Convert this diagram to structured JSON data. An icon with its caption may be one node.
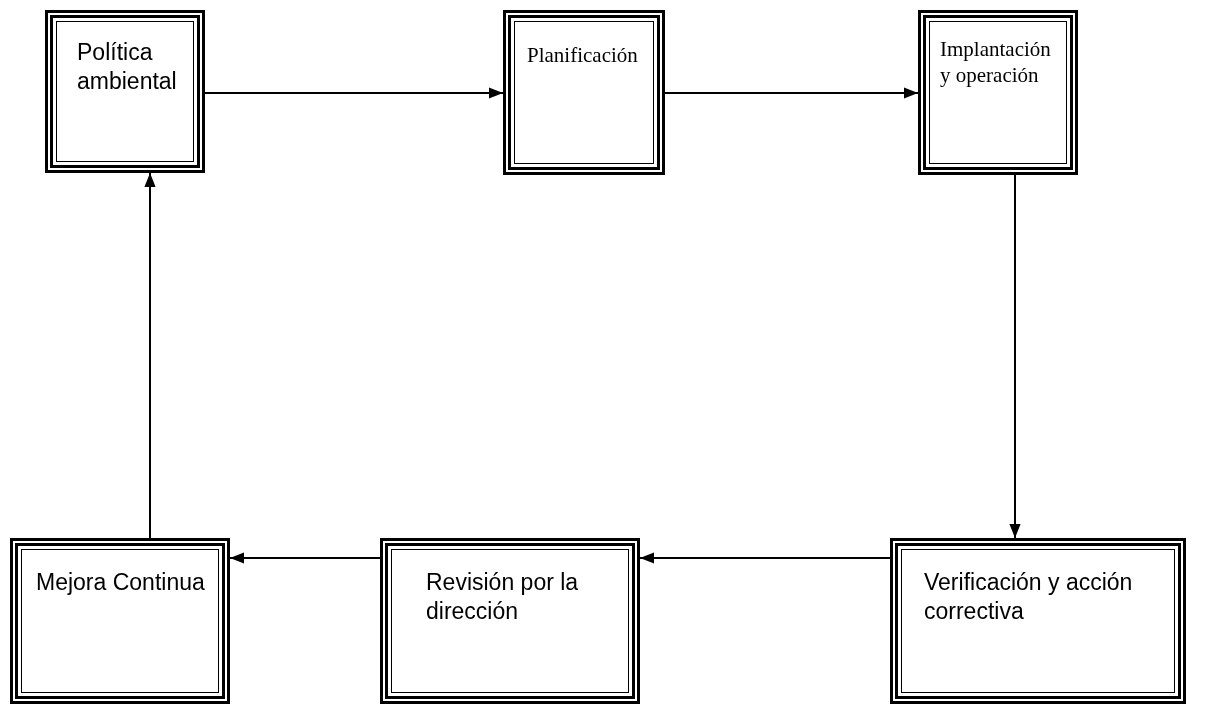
{
  "diagram": {
    "nodes": [
      {
        "text": [
          "Política ambiental"
        ]
      },
      {
        "text": [
          "Planificación"
        ]
      },
      {
        "text": [
          "Implantación y operación"
        ]
      },
      {
        "text": [
          "Verificación y acción correctiva"
        ]
      },
      {
        "text": [
          "Revisión por la dirección"
        ]
      },
      {
        "text": [
          "Mejora Continua"
        ]
      }
    ],
    "edges": [
      {
        "from": 0,
        "to": 1,
        "arrow": "to"
      },
      {
        "from": 1,
        "to": 2,
        "arrow": "to"
      },
      {
        "from": 2,
        "to": 3,
        "arrow": "to"
      },
      {
        "from": 3,
        "to": 4,
        "arrow": "to"
      },
      {
        "from": 4,
        "to": 5,
        "arrow": "to"
      },
      {
        "from": 5,
        "to": 0,
        "arrow": "to"
      }
    ]
  }
}
